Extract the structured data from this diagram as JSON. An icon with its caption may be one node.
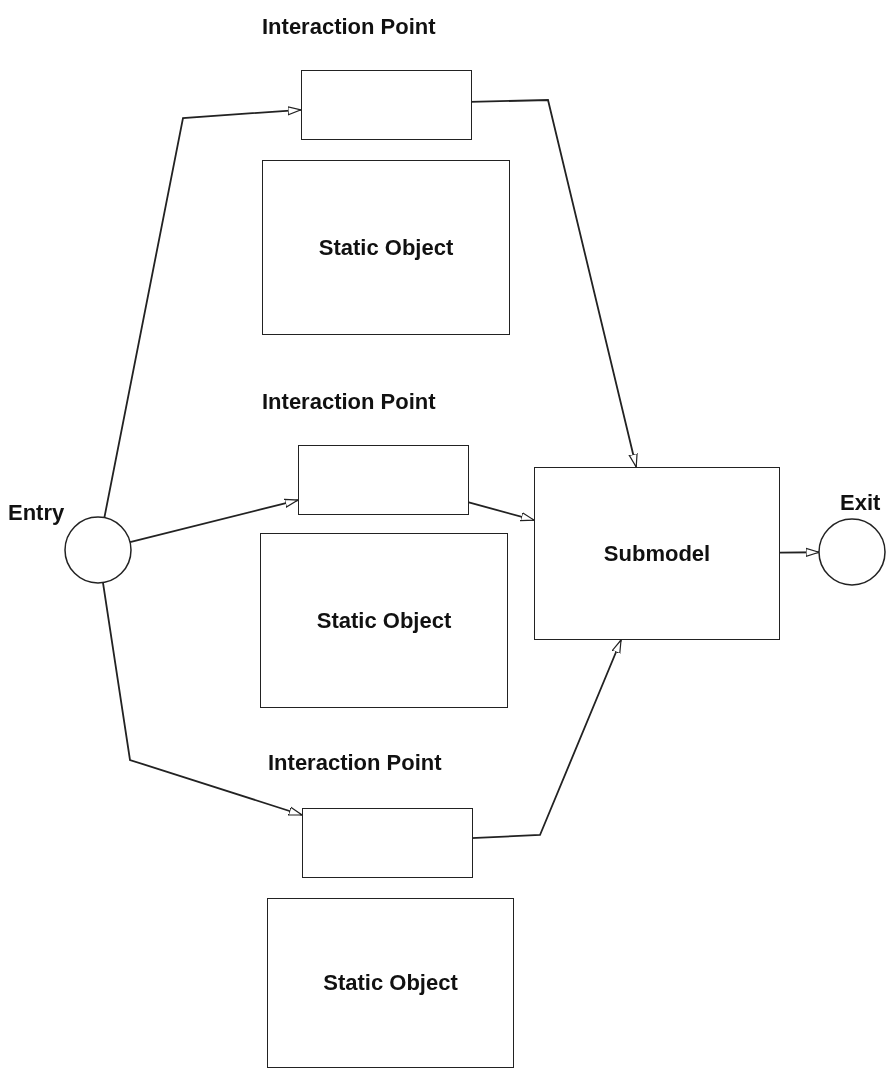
{
  "diagram": {
    "nodes": [
      {
        "text": [
          "Interaction Point"
        ]
      },
      {
        "text": [
          "Static Object"
        ]
      },
      {
        "text": [
          "Interaction Point"
        ]
      },
      {
        "text": [
          "Entry"
        ]
      },
      {
        "text": [
          "Submodel"
        ]
      },
      {
        "text": [
          "Exit"
        ]
      },
      {
        "text": [
          "Static Object"
        ]
      },
      {
        "text": [
          "Interaction Point"
        ]
      },
      {
        "text": [
          "Static Object"
        ]
      }
    ],
    "edges": [
      {
        "from": 3,
        "to": 0,
        "arrow": "to"
      },
      {
        "from": 3,
        "to": 2,
        "arrow": "to"
      },
      {
        "from": 3,
        "to": 7,
        "arrow": "to"
      },
      {
        "from": 0,
        "to": 4,
        "arrow": "to"
      },
      {
        "from": 2,
        "to": 4,
        "arrow": "to"
      },
      {
        "from": 7,
        "to": 4,
        "arrow": "to"
      },
      {
        "from": 4,
        "to": 5,
        "arrow": "to"
      }
    ]
  }
}
